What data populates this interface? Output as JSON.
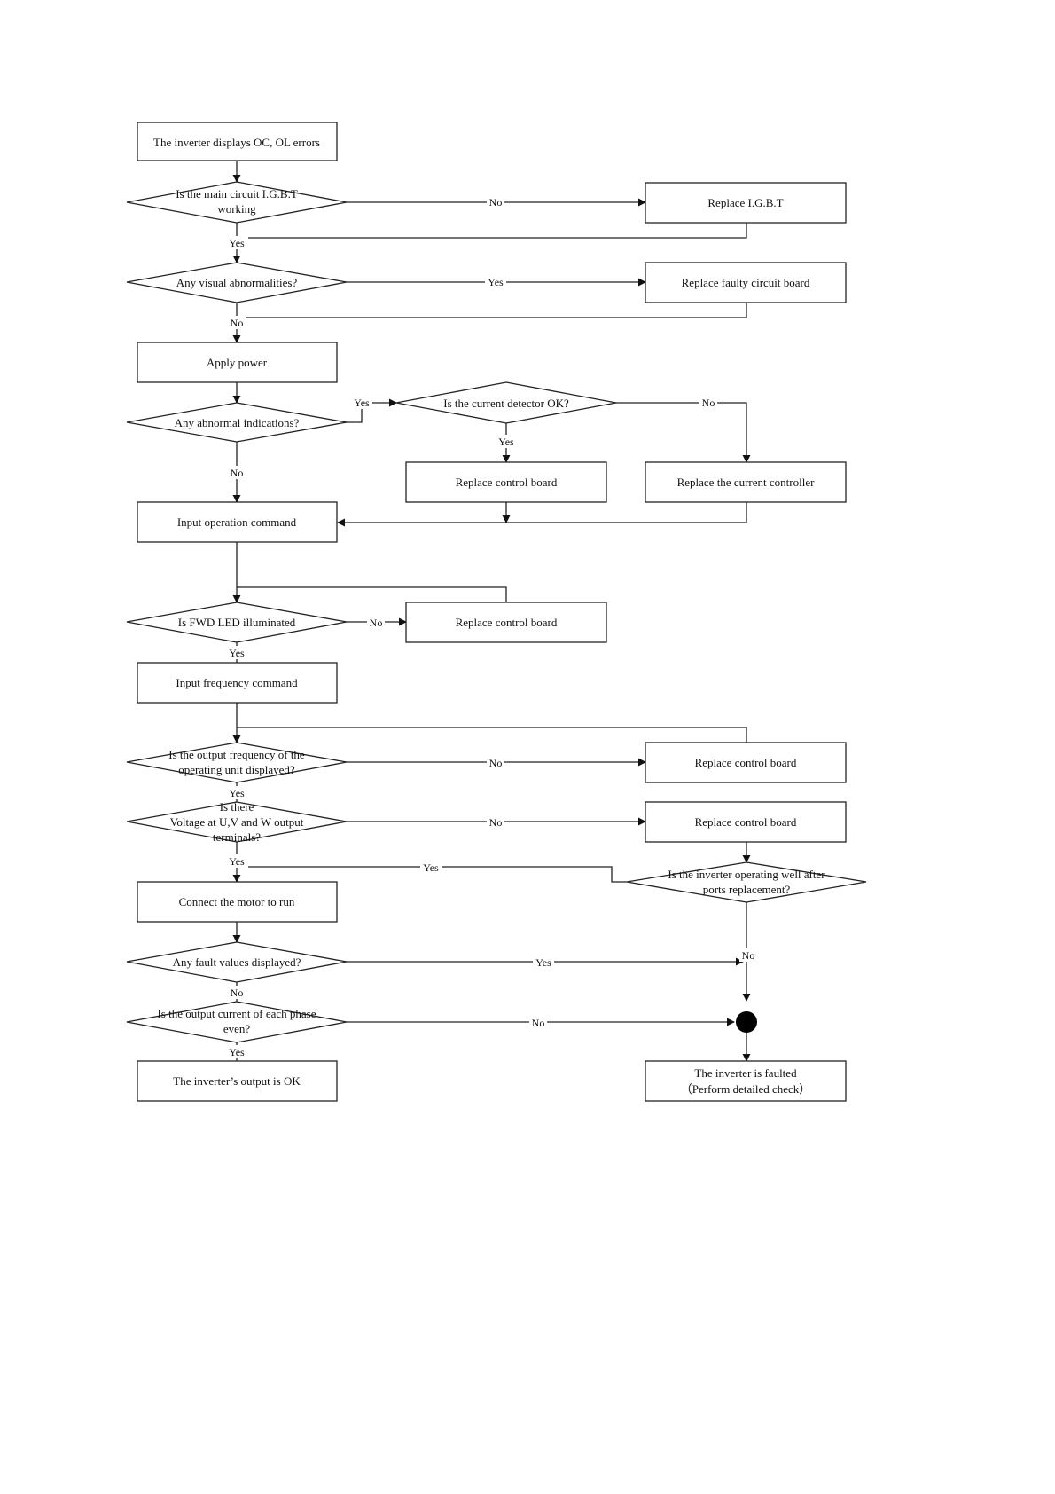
{
  "nodes": {
    "start": "The inverter displays OC, OL errors",
    "q_igbt": [
      "Is the main circuit I.G.B.T",
      "working"
    ],
    "replace_igbt": "Replace I.G.B.T",
    "q_visual": "Any visual abnormalities?",
    "replace_faulty_board": "Replace faulty circuit board",
    "apply_power": "Apply power",
    "q_abnormal": "Any abnormal indications?",
    "q_detector": "Is the current detector OK?",
    "replace_control_board_1": "Replace control board",
    "replace_current_controller": "Replace the current controller",
    "input_operation": "Input operation command",
    "q_fwd": "Is FWD LED illuminated",
    "replace_control_board_2": "Replace control board",
    "input_frequency": "Input frequency command",
    "q_output_freq": [
      "Is the output frequency of the",
      "operating unit displayed?"
    ],
    "replace_control_board_3": "Replace control board",
    "q_voltage": [
      "Is there",
      "Voltage at U,V and W output",
      "terminals?"
    ],
    "replace_control_board_4": "Replace control board",
    "q_operating_well": [
      "Is the inverter operating well after",
      "ports replacement?"
    ],
    "connect_motor": "Connect the motor to run",
    "q_fault_values": "Any fault values displayed?",
    "q_phase_current": [
      "Is the output current of each phase",
      "even?"
    ],
    "output_ok": "The inverter’s output is OK",
    "faulted": [
      "The inverter is faulted",
      "（Perform detailed check）"
    ]
  },
  "labels": {
    "yes": "Yes",
    "no": "No"
  }
}
